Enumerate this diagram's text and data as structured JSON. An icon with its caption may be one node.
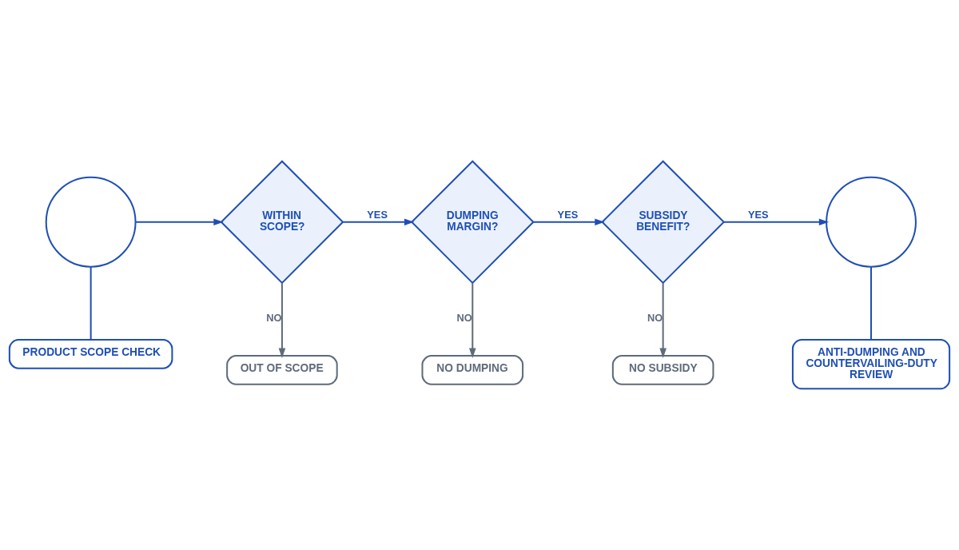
{
  "diagram": {
    "nodes": [
      {
        "text": [],
        "shape": "circle"
      },
      {
        "text": [
          "PRODUCT SCOPE CHECK"
        ]
      },
      {
        "text": [
          "WITHIN SCOPE?"
        ]
      },
      {
        "text": [
          "OUT OF SCOPE"
        ]
      },
      {
        "text": [
          "DUMPING MARGIN?"
        ]
      },
      {
        "text": [
          "NO DUMPING"
        ]
      },
      {
        "text": [
          "SUBSIDY BENEFIT?"
        ]
      },
      {
        "text": [
          "NO SUBSIDY"
        ]
      },
      {
        "text": [],
        "shape": "circle"
      },
      {
        "text": [
          "ANTI-DUMPING AND COUNTERVAILING-DUTY REVIEW"
        ]
      }
    ],
    "edges": [
      {
        "from": 0,
        "to": 1,
        "arrow": "none"
      },
      {
        "from": 0,
        "to": 2,
        "arrow": "to"
      },
      {
        "from": 2,
        "to": 4,
        "arrow": "to",
        "label": "YES"
      },
      {
        "from": 2,
        "to": 3,
        "arrow": "to",
        "label": "NO",
        "color": "#5f6b7b"
      },
      {
        "from": 4,
        "to": 6,
        "arrow": "to",
        "label": "YES"
      },
      {
        "from": 4,
        "to": 5,
        "arrow": "to",
        "label": "NO",
        "color": "#5f6b7b"
      },
      {
        "from": 6,
        "to": 8,
        "arrow": "to",
        "label": "YES"
      },
      {
        "from": 6,
        "to": 7,
        "arrow": "to",
        "label": "NO",
        "color": "#5f6b7b"
      },
      {
        "from": 8,
        "to": 9,
        "arrow": "none"
      }
    ]
  }
}
